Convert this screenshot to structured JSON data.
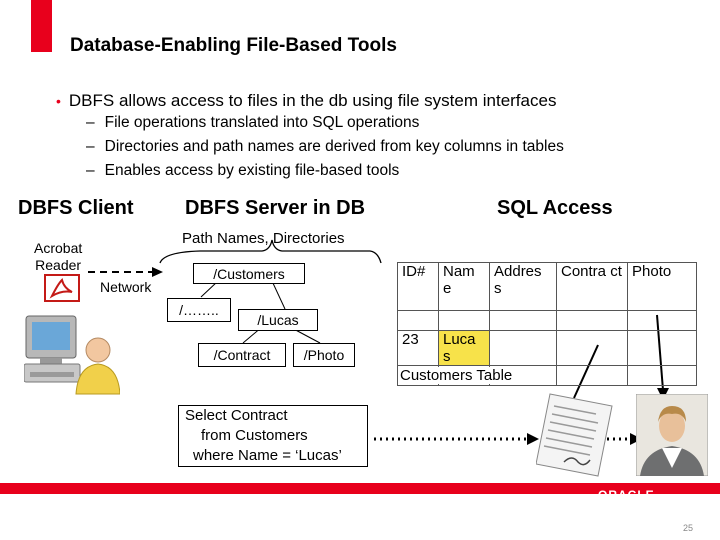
{
  "slide": {
    "title": "Database-Enabling File-Based Tools",
    "bullet": "DBFS allows access to files in the db using file system interfaces",
    "sub_bullets": [
      "File operations translated into SQL operations",
      "Directories and path names are derived from key columns in tables",
      "Enables access by existing file-based tools"
    ]
  },
  "diagram": {
    "client_header": "DBFS Client",
    "server_header": "DBFS Server in DB",
    "sql_header": "SQL Access",
    "acrobat_label_line1": "Acrobat",
    "acrobat_label_line2": "Reader",
    "network_label": "Network",
    "path_names_label": "Path Names, Directories",
    "nodes": {
      "customers": "/Customers",
      "root": "/……..",
      "lucas": "/Lucas",
      "contract": "/Contract",
      "photo": "/Photo"
    },
    "table": {
      "headers": [
        "ID#",
        "Nam e",
        "Addres s",
        "Contra ct",
        "Photo"
      ],
      "row_id": "23",
      "row_name": "Luca s",
      "caption": "Customers Table"
    },
    "sql_query": {
      "line1": "Select Contract",
      "line2": "from Customers",
      "line3": "where Name = ‘Lucas’"
    }
  },
  "footer": {
    "brand": "ORACLE",
    "page_number": "25",
    "accent_color": "#e8001c"
  }
}
